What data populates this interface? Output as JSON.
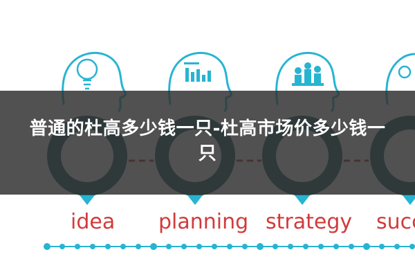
{
  "banner": {
    "title": "普通的杜高多少钱一只-杜高市场价多少钱一只"
  },
  "steps": [
    {
      "label": "idea",
      "icon": "lightbulb-head-icon"
    },
    {
      "label": "planning",
      "icon": "chart-document-head-icon"
    },
    {
      "label": "strategy",
      "icon": "chess-pieces-head-icon"
    },
    {
      "label": "succ",
      "icon": "head-profile-icon"
    }
  ],
  "colors": {
    "teal": "#27b4d2",
    "dark_teal": "#1f5c63",
    "red_accent": "#c12a2a",
    "label_red": "#d13b3b",
    "label_blue": "#1a73b0",
    "banner_bg": "#333333"
  }
}
